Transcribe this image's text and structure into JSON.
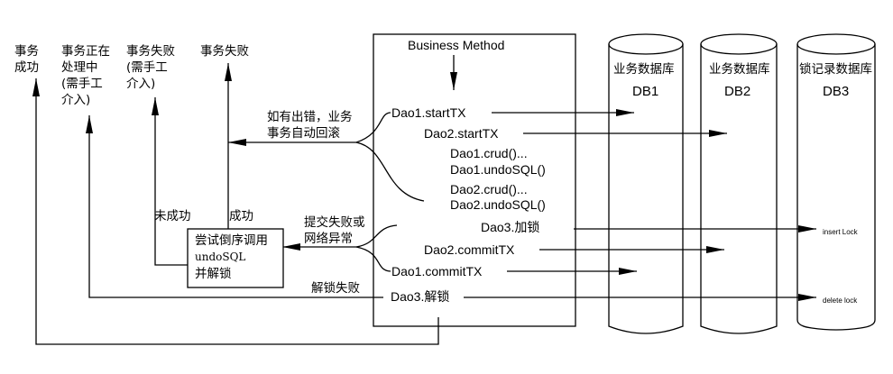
{
  "outcomes": {
    "success": "事务\n成功",
    "processing": "事务正在\n处理中\n(需手工\n介入)",
    "failed_manual": "事务失败\n(需手工\n介入)",
    "failed": "事务失败"
  },
  "business_method": {
    "title": "Business Method",
    "steps": {
      "dao1_start": "Dao1.startTX",
      "dao2_start": "Dao2.startTX",
      "dao1_crud": "Dao1.crud()...",
      "dao1_undo": "Dao1.undoSQL()",
      "dao2_crud": "Dao2.crud()...",
      "dao2_undo": "Dao2.undoSQL()",
      "dao3_lock": "Dao3.加锁",
      "dao2_commit": "Dao2.commitTX",
      "dao1_commit": "Dao1.commitTX",
      "dao3_unlock": "Dao3.解锁"
    }
  },
  "labels": {
    "auto_rollback": "如有出错，业务\n事务自动回滚",
    "commit_fail": "提交失败或\n网络异常",
    "not_success": "未成功",
    "success": "成功",
    "unlock_fail": "解锁失败"
  },
  "undo_box": {
    "line1": "尝试倒序调用",
    "line2": "undoSQL",
    "line3": "并解锁"
  },
  "databases": [
    {
      "label": "业务数据库",
      "name": "DB1"
    },
    {
      "label": "业务数据库",
      "name": "DB2"
    },
    {
      "label": "锁记录数据库",
      "name": "DB3"
    }
  ],
  "lock_ops": {
    "insert": "insert Lock",
    "delete": "delete lock"
  }
}
